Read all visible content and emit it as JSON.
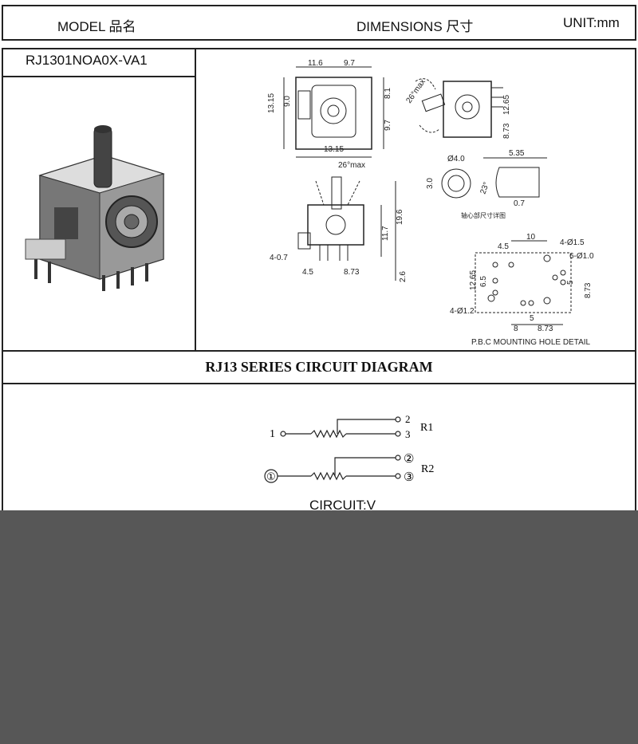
{
  "header": {
    "model_label": "MODEL 品名",
    "dimensions_label": "DIMENSIONS 尺寸",
    "unit_label": "UNIT:mm"
  },
  "model": {
    "number": "RJ1301NOA0X-VA1"
  },
  "drawings": {
    "top_view": {
      "d1": "11.6",
      "d2": "9.7",
      "d3": "13.15",
      "d4": "9.0",
      "d5": "8.1",
      "d6": "9.7",
      "d7": "13.15"
    },
    "side_view": {
      "angle": "26°max",
      "d1": "12.65",
      "d2": "8.73"
    },
    "front_view": {
      "angle": "26°max",
      "d1": "19.6",
      "d2": "11.7",
      "d3": "4-0.7",
      "d4": "4.5",
      "d5": "8.73",
      "d6": "2.6"
    },
    "shaft_detail": {
      "d1": "Ø4.0",
      "d2": "3.0",
      "d3": "5.35",
      "d4": "23°",
      "d5": "0.7",
      "caption": "轴心部尺寸详图"
    },
    "pcb": {
      "d1": "4.5",
      "d2": "10",
      "d3": "4-Ø1.5",
      "d4": "6-Ø1.0",
      "d5": "12.65",
      "d6": "6.5",
      "d7": "5",
      "d8": "8.73",
      "d9": "4-Ø1.2",
      "d10": "5",
      "d11": "8",
      "d12": "8.73",
      "caption": "P.B.C MOUNTING HOLE DETAIL"
    }
  },
  "circuit": {
    "title": "RJ13 SERIES CIRCUIT DIAGRAM",
    "r1": {
      "label": "R1",
      "pin1": "1",
      "pin2": "2",
      "pin3": "3"
    },
    "r2": {
      "label": "R2",
      "pin1": "①",
      "pin2": "②",
      "pin3": "③"
    },
    "circuit_label": "CIRCUIT:V"
  }
}
